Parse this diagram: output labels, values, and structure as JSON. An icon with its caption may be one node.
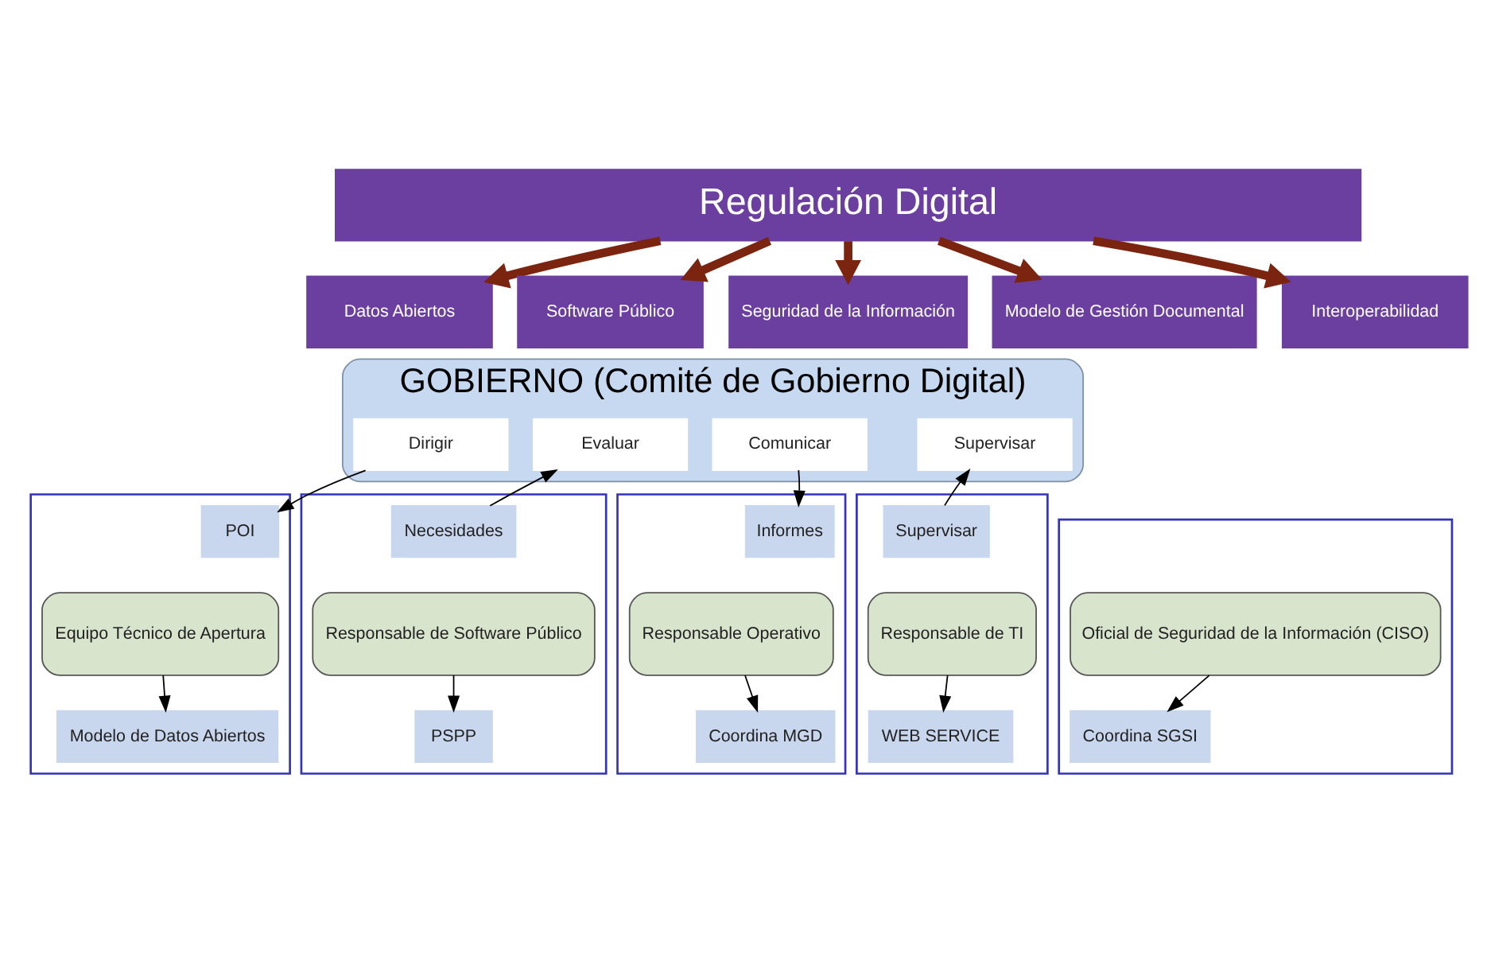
{
  "diagram": {
    "nodes": [
      {
        "text": [
          "Regulación Digital"
        ]
      },
      {
        "text": [
          "Datos Abiertos"
        ]
      },
      {
        "text": [
          "Software Público"
        ]
      },
      {
        "text": [
          "Seguridad de la Información"
        ]
      },
      {
        "text": [
          "Modelo de Gestión Documental"
        ]
      },
      {
        "text": [
          "Interoperabilidad"
        ]
      },
      {
        "text": [
          "GOBIERNO (Comité de Gobierno Digital)"
        ]
      },
      {
        "text": [
          "Dirigir"
        ],
        "in": 6
      },
      {
        "text": [
          "Evaluar"
        ],
        "in": 6
      },
      {
        "text": [
          "Comunicar"
        ],
        "in": 6
      },
      {
        "text": [
          "Supervisar"
        ],
        "in": 6
      },
      {
        "text": [],
        "shape": "box"
      },
      {
        "text": [],
        "shape": "box"
      },
      {
        "text": [],
        "shape": "box"
      },
      {
        "text": [],
        "shape": "box"
      },
      {
        "text": [],
        "shape": "box"
      },
      {
        "text": [
          "POI"
        ],
        "in": 11
      },
      {
        "text": [
          "Equipo Técnico de Apertura"
        ],
        "in": 11
      },
      {
        "text": [
          "Modelo de Datos Abiertos"
        ],
        "in": 11
      },
      {
        "text": [
          "Necesidades"
        ],
        "in": 12
      },
      {
        "text": [
          "Responsable de Software Público"
        ],
        "in": 12
      },
      {
        "text": [
          "PSPP"
        ],
        "in": 12
      },
      {
        "text": [
          "Oficial de Seguridad de la Información (CISO)"
        ],
        "in": 13
      },
      {
        "text": [
          "Coordina SGSI"
        ],
        "in": 13
      },
      {
        "text": [
          "Informes"
        ],
        "in": 14
      },
      {
        "text": [
          "Responsable Operativo"
        ],
        "in": 14
      },
      {
        "text": [
          "Coordina MGD"
        ],
        "in": 14
      },
      {
        "text": [
          "Supervisar"
        ],
        "in": 15
      },
      {
        "text": [
          "Responsable de TI"
        ],
        "in": 15
      },
      {
        "text": [
          "WEB SERVICE"
        ],
        "in": 15
      }
    ],
    "edges": [
      {
        "from": 0,
        "to": 1,
        "arrow": "to",
        "style": "thick",
        "color": "#7b2410"
      },
      {
        "from": 0,
        "to": 2,
        "arrow": "to",
        "style": "thick",
        "color": "#7b2410"
      },
      {
        "from": 0,
        "to": 3,
        "arrow": "to",
        "style": "thick",
        "color": "#7b2410"
      },
      {
        "from": 0,
        "to": 4,
        "arrow": "to",
        "style": "thick",
        "color": "#7b2410"
      },
      {
        "from": 0,
        "to": 5,
        "arrow": "to",
        "style": "thick",
        "color": "#7b2410"
      },
      {
        "from": 7,
        "to": 16,
        "arrow": "to"
      },
      {
        "from": 19,
        "to": 8,
        "arrow": "to"
      },
      {
        "from": 9,
        "to": 24,
        "arrow": "to"
      },
      {
        "from": 27,
        "to": 10,
        "arrow": "to"
      },
      {
        "from": 17,
        "to": 18,
        "arrow": "to"
      },
      {
        "from": 20,
        "to": 21,
        "arrow": "to"
      },
      {
        "from": 22,
        "to": 23,
        "arrow": "to"
      },
      {
        "from": 25,
        "to": 26,
        "arrow": "to"
      },
      {
        "from": 28,
        "to": 29,
        "arrow": "to"
      }
    ]
  }
}
